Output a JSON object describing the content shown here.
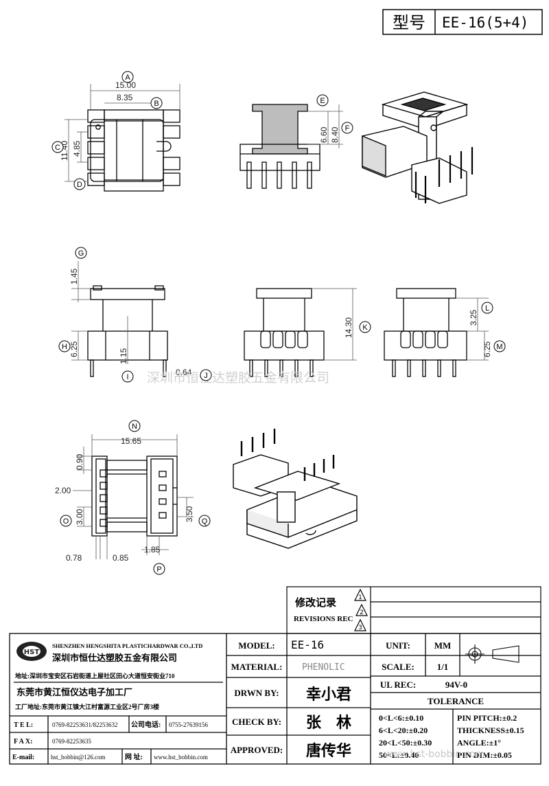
{
  "header": {
    "type_label": "型号",
    "type_value": "EE-16(5+4)"
  },
  "watermark": "深圳市恒仕达塑胶五金有限公司",
  "watermark2": "www.hst-bobbin.com",
  "dimensions": {
    "A": "15.00",
    "B": "8.35",
    "C": "11.40",
    "C_inner": "4.85",
    "E": "6.60",
    "F": "8.40",
    "G": "1.45",
    "H": "6.25",
    "H_inner": "1.15",
    "I": "0.64",
    "K": "14.30",
    "L": "3.25",
    "M": "6.25",
    "N": "15.65",
    "N_top": "0.90",
    "N_side": "2.00",
    "O": "3.00",
    "P": "1.85",
    "P_left": "0.78",
    "P_mid": "0.85",
    "Q": "3.50"
  },
  "circle_labels": [
    "A",
    "B",
    "C",
    "D",
    "E",
    "F",
    "G",
    "H",
    "I",
    "J",
    "K",
    "L",
    "M",
    "N",
    "O",
    "P",
    "Q"
  ],
  "revisions": {
    "title_cn": "修改记录",
    "title_en": "REVISIONS REC",
    "marks": [
      "1",
      "2",
      "3"
    ]
  },
  "company": {
    "name_en": "SHENZHEN HENGSHITA PLASTICHARDWAR CO.,LTD",
    "name_cn": "深圳市恒仕达塑胶五金有限公司",
    "addr1": "地址:深圳市宝安区石岩街道上屋社区田心大道恒安街业710",
    "factory": "东莞市黄江恒仪达电子加工厂",
    "addr2": "工厂地址:东莞市黄江镇大江村富源工业区2号厂房3楼",
    "tel_label": "T E L:",
    "tel": "0769-82253631/82253632",
    "tel2_label": "公司电话:",
    "tel2": "0755-27639156",
    "fax_label": "F A X:",
    "fax": "0769-82253635",
    "email_label": "E-mail:",
    "email": "hst_bobbin@126.com",
    "web_label": "网  址:",
    "web": "www.hst_bobbin.com"
  },
  "title_block": {
    "model_label": "MODEL:",
    "model": "EE-16",
    "material_label": "MATERIAL:",
    "material": "PHENOLIC",
    "drawn_label": "DRWN BY:",
    "drawn": "幸小君",
    "check_label": "CHECK BY:",
    "check": "张　林",
    "approved_label": "APPROVED:",
    "approved": "唐传华",
    "unit_label": "UNIT:",
    "unit": "MM",
    "scale_label": "SCALE:",
    "scale": "1/1",
    "ul_label": "UL REC:",
    "ul": "94V-0",
    "tolerance_label": "TOLERANCE",
    "tol1": "0<L<6:±0.10",
    "tol2": "6<L<20:±0.20",
    "tol3": "20<L<50:±0.30",
    "tol4": "50<L:±0.40",
    "pin_pitch": "PIN PITCH:±0.2",
    "thickness": "THICKNESS±0.15",
    "angle": "ANGLE:±1°",
    "pin_dim": "PIN DIM:±0.05"
  }
}
